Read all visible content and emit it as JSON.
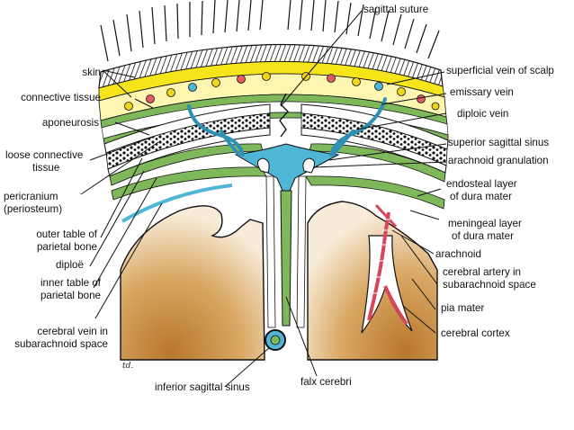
{
  "labels": {
    "sagittal_suture": "sagittal suture",
    "skin": "skin",
    "connective_tissue": "connective tissue",
    "aponeurosis": "aponeurosis",
    "loose_connective_tissue": [
      "loose connective",
      "tissue"
    ],
    "pericranium": [
      "pericranium",
      "(periosteum)"
    ],
    "outer_table": [
      "outer table of",
      "parietal bone"
    ],
    "diploe": "diploë",
    "inner_table": [
      "inner table of",
      "parietal bone"
    ],
    "cerebral_vein": [
      "cerebral vein in",
      "subarachnoid space"
    ],
    "inferior_sagittal_sinus": "inferior sagittal sinus",
    "falx_cerebri": "falx cerebri",
    "superficial_vein": "superficial vein of scalp",
    "emissary_vein": "emissary vein",
    "diploic_vein": "diploic vein",
    "superior_sagittal_sinus": "superior sagittal sinus",
    "arachnoid_granulation": "arachnoid granulation",
    "endosteal_layer": [
      "endosteal layer",
      "of dura mater"
    ],
    "meningeal_layer": [
      "meningeal layer",
      "of dura mater"
    ],
    "arachnoid": "arachnoid",
    "cerebral_artery": [
      "cerebral artery in",
      "subarachnoid space"
    ],
    "pia_mater": "pia mater",
    "cerebral_cortex": "cerebral cortex"
  },
  "signature": "td.",
  "colors": {
    "scalp_yellow": "#f6e51a",
    "dura_green": "#7fb85a",
    "sinus_blue": "#4fb6d6",
    "artery_red": "#d9455b",
    "cortex": "#c98a3a",
    "outline": "#1a1a1a"
  }
}
